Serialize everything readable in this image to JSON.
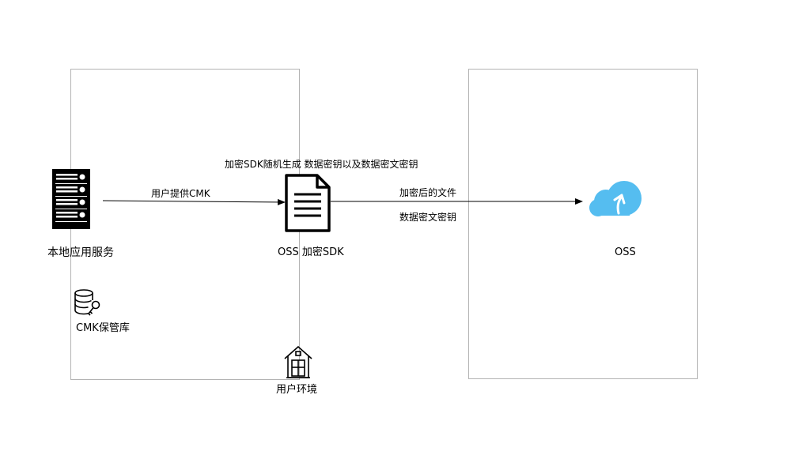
{
  "nodes": {
    "local_service": {
      "label": "本地应用服务",
      "icon": "server-icon"
    },
    "cmk_vault": {
      "label": "CMK保管库",
      "icon": "database-key-icon"
    },
    "encryption_sdk": {
      "label": "OSS 加密SDK",
      "icon": "document-icon"
    },
    "user_environment": {
      "label": "用户环境",
      "icon": "house-icon"
    },
    "oss": {
      "label": "OSS",
      "icon": "cloud-upload-icon"
    }
  },
  "edges": {
    "user_cmk": "用户提供CMK",
    "sdk_generate": "加密SDK随机生成 数据密钥以及数据密文密钥",
    "encrypted_file": "加密后的文件",
    "ciphertext_key": "数据密文密钥"
  },
  "colors": {
    "container_border": "#b3b3b3",
    "oss_cloud": "#55bdf0",
    "stroke": "#000000"
  }
}
